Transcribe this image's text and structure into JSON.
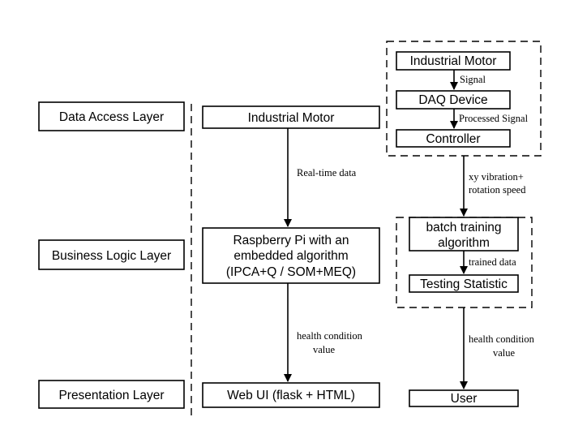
{
  "layers": {
    "data_access": "Data Access Layer",
    "business_logic": "Business Logic Layer",
    "presentation": "Presentation Layer"
  },
  "main_flow": {
    "motor": "Industrial Motor",
    "realtime_label": "Real-time data",
    "rpi_line1": "Raspberry Pi with an",
    "rpi_line2": "embedded algorithm",
    "rpi_line3": "(IPCA+Q / SOM+MEQ)",
    "health_line1": "health condition",
    "health_line2": "value",
    "webui": "Web UI (flask + HTML)"
  },
  "side_flow": {
    "motor": "Industrial Motor",
    "signal": "Signal",
    "daq": "DAQ Device",
    "processed_signal": "Processed Signal",
    "controller": "Controller",
    "vibration_line1": "xy vibration+",
    "vibration_line2": "rotation speed",
    "batch_line1": "batch training",
    "batch_line2": "algorithm",
    "trained_data": "trained data",
    "testing": "Testing Statistic",
    "health_line1": "health condition",
    "health_line2": "value",
    "user": "User"
  }
}
